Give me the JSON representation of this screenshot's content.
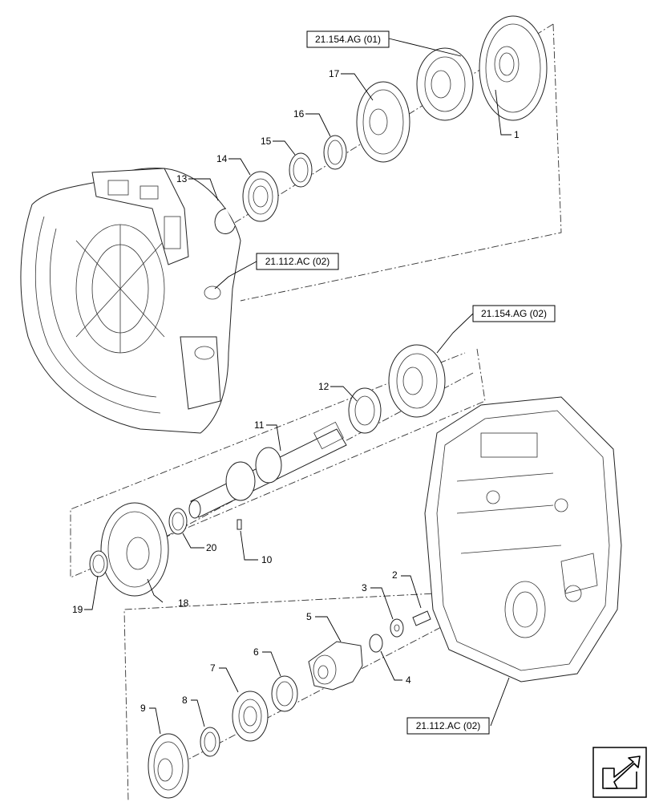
{
  "references": {
    "ag01": "21.154.AG (01)",
    "ag02": "21.154.AG (02)",
    "ac02_top": "21.112.AC (02)",
    "ac02_bottom": "21.112.AC (02)"
  },
  "callouts": {
    "p1": "1",
    "p2": "2",
    "p3": "3",
    "p4": "4",
    "p5": "5",
    "p6": "6",
    "p7": "7",
    "p8": "8",
    "p9": "9",
    "p10": "10",
    "p11": "11",
    "p12": "12",
    "p13": "13",
    "p14": "14",
    "p15": "15",
    "p16": "16",
    "p17": "17",
    "p18": "18",
    "p19": "19",
    "p20": "20"
  },
  "icons": {
    "navigation": "next-page-arrow-icon"
  }
}
